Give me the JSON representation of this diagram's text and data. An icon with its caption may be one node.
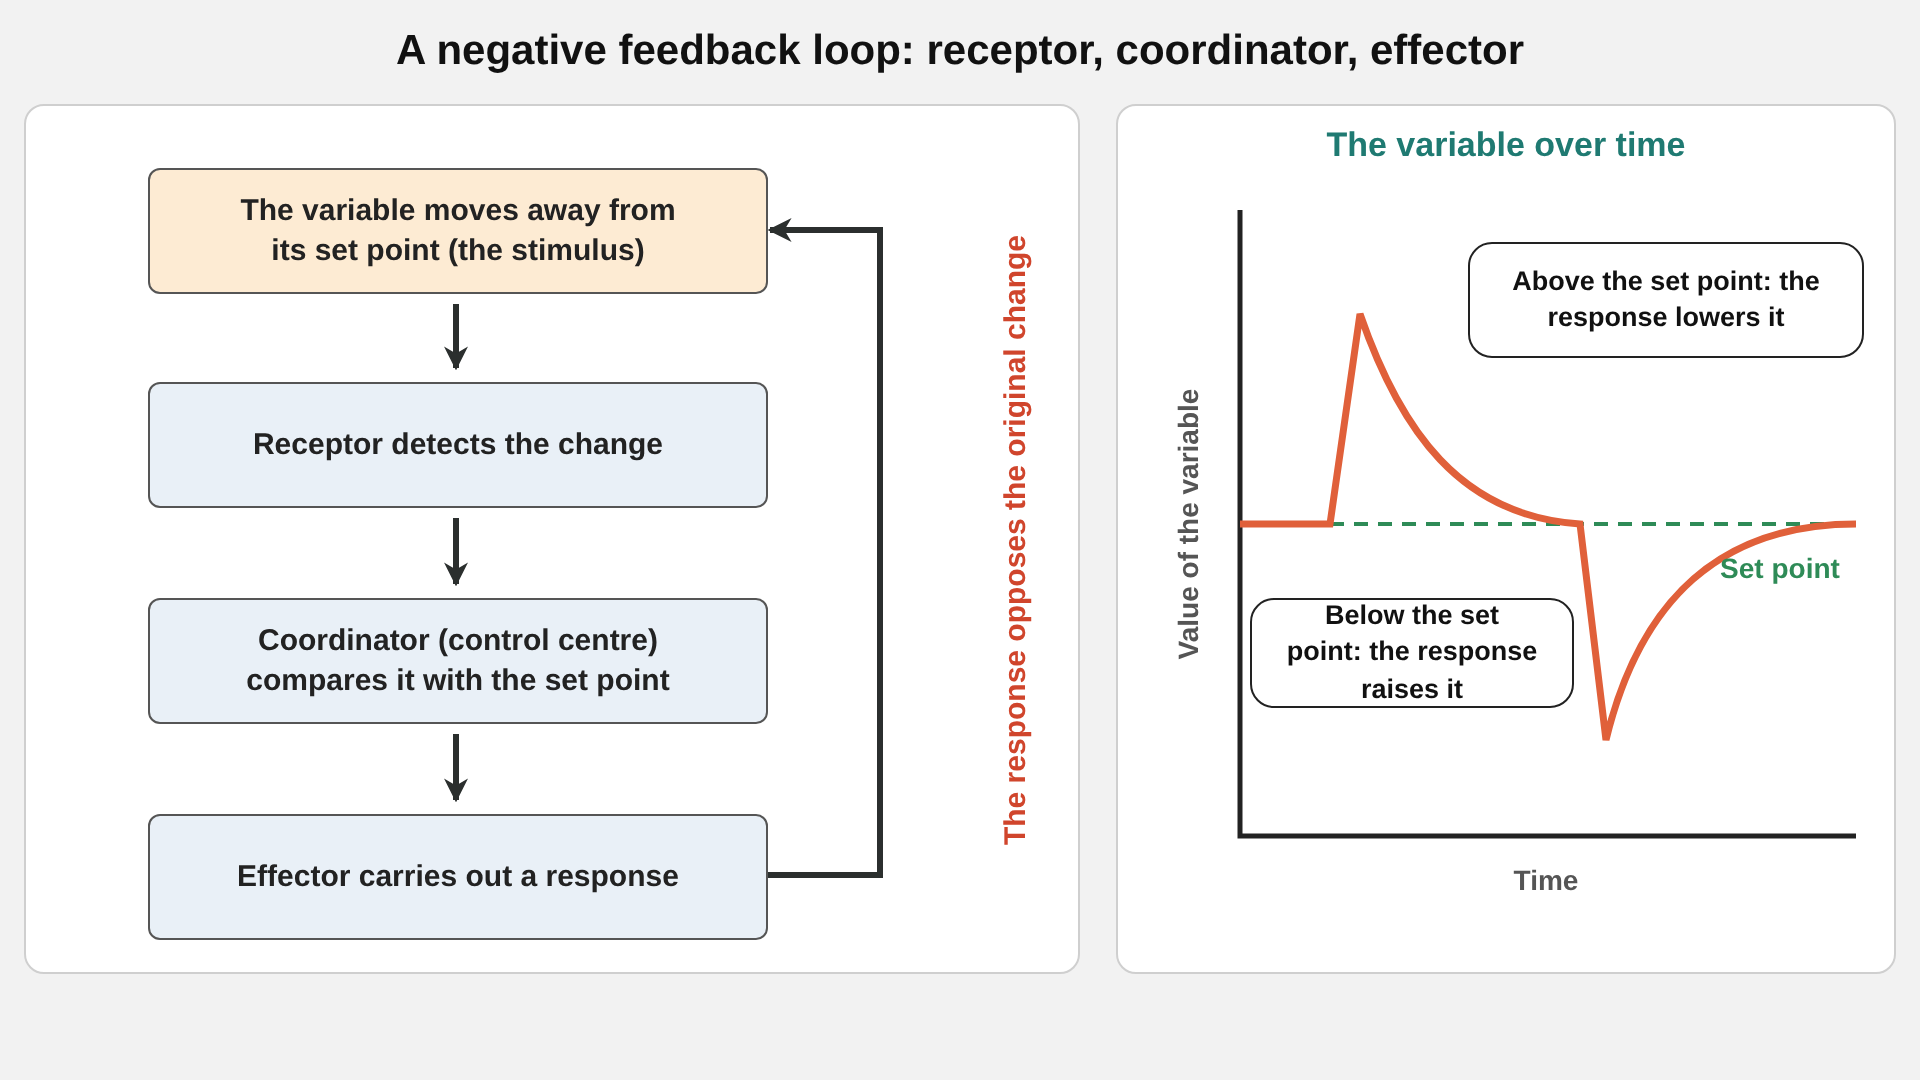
{
  "diagram": {
    "title": "A negative feedback loop: receptor, coordinator, effector",
    "nodes": [
      {
        "text": [],
        "shape": "box"
      },
      {
        "text": [
          "The variable moves away from its set point (the stimulus)"
        ],
        "in": 0
      },
      {
        "text": [
          "Receptor detects the change"
        ],
        "in": 0
      },
      {
        "text": [
          "Coordinator (control centre) compares it with the set point"
        ],
        "in": 0
      },
      {
        "text": [
          "Effector carries out a response"
        ],
        "in": 0
      },
      {
        "text": [
          "The variable over time"
        ]
      },
      {
        "text": [
          "Above the set point: the response lowers it"
        ],
        "in": 5
      },
      {
        "text": [
          "Below the set point: the response raises it"
        ],
        "in": 5
      }
    ],
    "edges": [
      {
        "from": 1,
        "to": 2,
        "arrow": "to"
      },
      {
        "from": 2,
        "to": 3,
        "arrow": "to"
      },
      {
        "from": 3,
        "to": 4,
        "arrow": "to"
      },
      {
        "from": 4,
        "to": 1,
        "arrow": "to",
        "label": "The response opposes the original change"
      }
    ],
    "labels": [
      "Value of the variable",
      "Set point",
      "Time"
    ]
  }
}
